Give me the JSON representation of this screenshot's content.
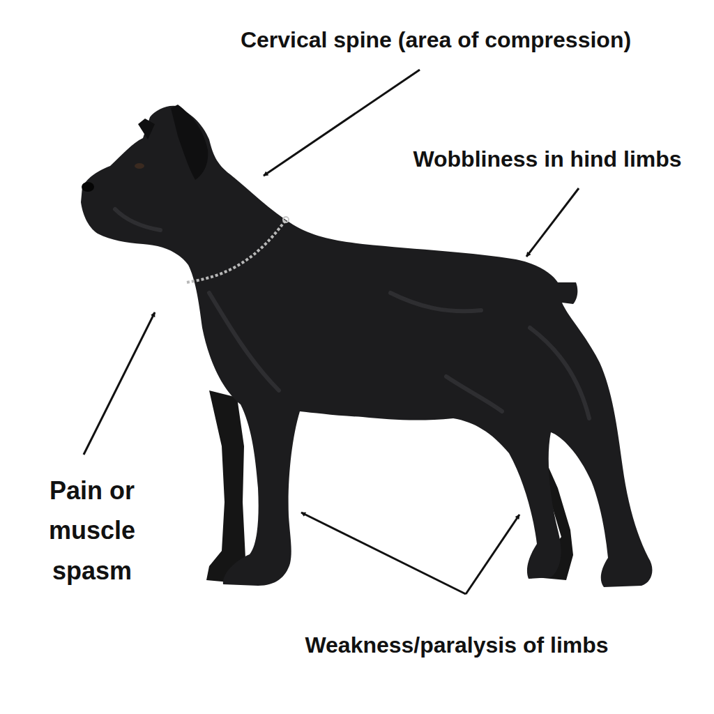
{
  "diagram": {
    "labels": [
      "Cervical spine (area of compression)",
      "Wobbliness in hind limbs",
      "Pain or muscle spasm",
      "Weakness/paralysis of limbs"
    ]
  }
}
